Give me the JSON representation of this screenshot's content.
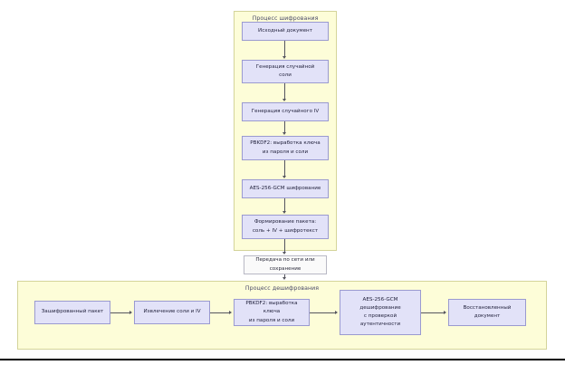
{
  "diagram": {
    "title_encrypt_cluster": "Процесс шифрования",
    "title_decrypt_cluster": "Процесс дешифрования",
    "colors": {
      "cluster_fill": "#fdfdd8",
      "cluster_border": "#d4d49a",
      "node_fill": "#e2e2f8",
      "node_border": "#9a9ad0",
      "plain_node_fill": "#fafafa",
      "plain_node_border": "#b8b8c4",
      "edge": "#55555f",
      "text": "#1f1f3a"
    },
    "encryption_nodes": [
      {
        "id": "source-doc",
        "label": "Исходный документ"
      },
      {
        "id": "salt-gen",
        "label": "Генерация случайной\nсоли"
      },
      {
        "id": "iv-gen",
        "label": "Генерация случайного IV"
      },
      {
        "id": "pbkdf2-enc",
        "label": "PBKDF2: выработка ключа\nиз пароля и соли"
      },
      {
        "id": "aes-encrypt",
        "label": "AES-256-GCM шифрование"
      },
      {
        "id": "packet-build",
        "label": "Формирование пакета:\nсоль + IV + шифротекст"
      }
    ],
    "transport_node": {
      "id": "transport",
      "label": "Передача по сети или\nсохранение"
    },
    "decryption_nodes": [
      {
        "id": "cipher-packet",
        "label": "Зашифрованный пакет"
      },
      {
        "id": "extract-salt-iv",
        "label": "Извлечение соли и IV"
      },
      {
        "id": "pbkdf2-dec",
        "label": "PBKDF2: выработка ключа\nиз пароля и соли"
      },
      {
        "id": "aes-decrypt",
        "label": "AES-256-GCM\nдешифрование\nс проверкой\nаутентичности"
      },
      {
        "id": "restored-doc",
        "label": "Восстановленный\nдокумент"
      }
    ]
  }
}
